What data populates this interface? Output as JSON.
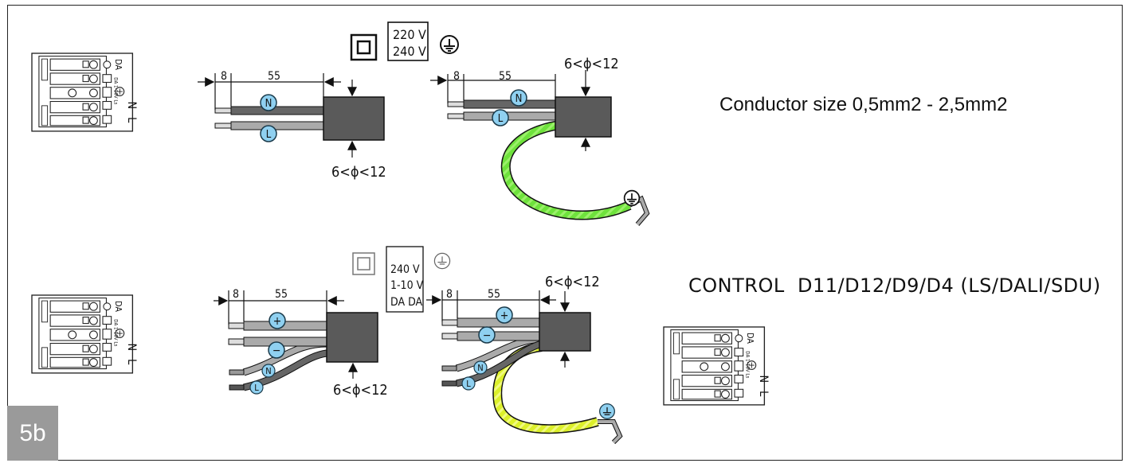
{
  "figure_label": "5b",
  "conductor_text": "Conductor size 0,5mm2 - 2,5mm2",
  "control_text": "CONTROL  D11/D12/D9/D4 (LS/DALI/SDU)",
  "voltage_box_top": [
    "220 V",
    "240 V"
  ],
  "voltage_box_bottom": [
    "240 V",
    "1-10 V",
    "DA DA"
  ],
  "dim_strip": "8",
  "dim_length": "55",
  "dim_diameter": "6<ϕ<12",
  "wire_label_neutral": "N",
  "wire_label_live": "L",
  "wire_label_plus": "+",
  "wire_label_minus": "−",
  "terminal_labels": [
    "DA",
    "DA",
    "1-10V",
    "Ls",
    "N",
    "L"
  ],
  "colors": {
    "cable_jacket": "#5a5a5a",
    "wire_dark": "#666666",
    "wire_light": "#aaaaaa",
    "ground_green": "#6ee23c",
    "ground_yellow": "#dcf02a",
    "label_bubble": "#8fd0f0",
    "badge": "#9a9a9a"
  }
}
